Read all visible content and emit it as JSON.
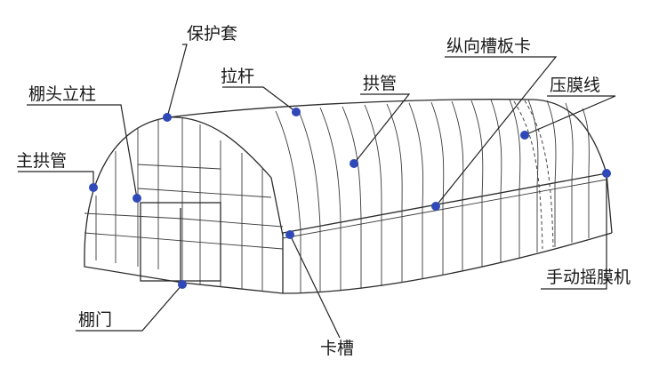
{
  "labels": {
    "baohutao": "保护套",
    "peng_tou_lizhu": "棚头立柱",
    "lagan": "拉杆",
    "gongguan": "拱管",
    "zongxiang_caoban_ka": "纵向槽板卡",
    "yamo_xian": "压膜线",
    "zhu_gongguan": "主拱管",
    "shoudong_yaomo_ji": "手动摇膜机",
    "peng_men": "棚门",
    "ka_cao": "卡槽"
  },
  "colors": {
    "marker": "#2f49b8",
    "line": "#2b2b2b"
  }
}
